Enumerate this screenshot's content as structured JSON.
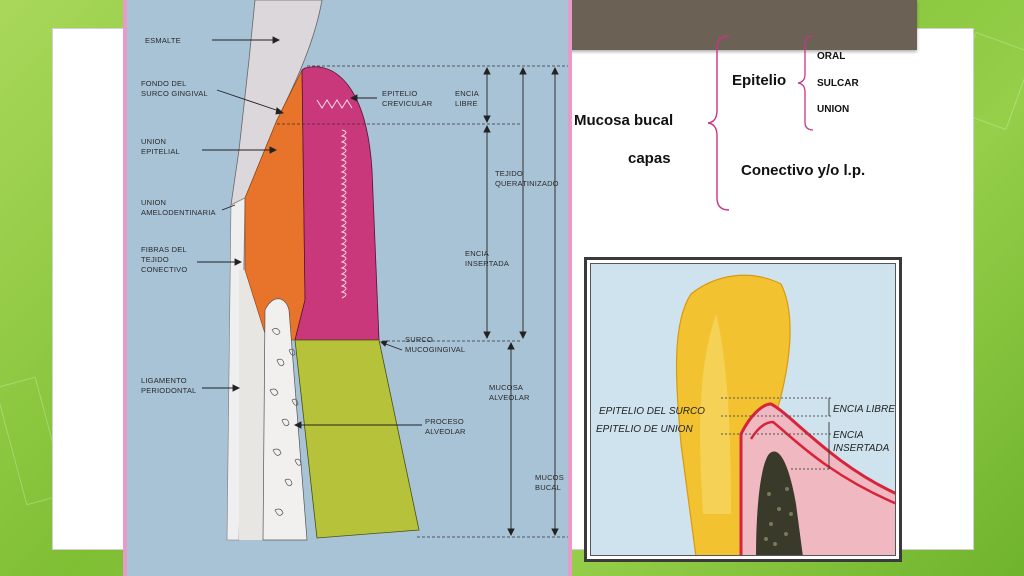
{
  "background": {
    "color_primary": "#8cc63f",
    "color_secondary": "#6fb32c"
  },
  "left_figure": {
    "labels": {
      "esmalte": "ESMALTE",
      "fondo_surco_1": "FONDO DEL",
      "fondo_surco_2": "SURCO GINGIVAL",
      "union_epitelial_1": "UNION",
      "union_epitelial_2": "EPITELIAL",
      "union_amelodentinaria_1": "UNION",
      "union_amelodentinaria_2": "AMELODENTINARIA",
      "fibras_1": "FIBRAS DEL",
      "fibras_2": "TEJIDO",
      "fibras_3": "CONECTIVO",
      "ligamento_1": "LIGAMENTO",
      "ligamento_2": "PERIODONTAL",
      "epitelio_crevicular_1": "EPITELIO",
      "epitelio_crevicular_2": "CREVICULAR",
      "encia_libre_1": "ENCIA",
      "encia_libre_2": "LIBRE",
      "tejido_queratinizado_1": "TEJIDO",
      "tejido_queratinizado_2": "QUERATINIZADO",
      "encia_insertada_1": "ENCIA",
      "encia_insertada_2": "INSERTADA",
      "surco_mucogingival_1": "SURCO",
      "surco_mucogingival_2": "MUCOGINGIVAL",
      "mucosa_alveolar_1": "MUCOSA",
      "mucosa_alveolar_2": "ALVEOLAR",
      "proceso_alveolar_1": "PROCESO",
      "proceso_alveolar_2": "ALVEOLAR",
      "mucosa_bucal_1": "MUCOS",
      "mucosa_bucal_2": "BUCAL"
    },
    "colors": {
      "background": "#a8c2d6",
      "gingiva": "#c8387a",
      "connective": "#e8732a",
      "mucosa": "#b5c23a",
      "enamel": "#d8d3d6",
      "frame": "#e89ac8"
    }
  },
  "outline": {
    "mucosa_bucal": "Mucosa bucal",
    "capas": "capas",
    "epitelio": "Epitelio",
    "oral": "ORAL",
    "sulcar": "SULCAR",
    "union": "UNION",
    "conectivo": "Conectivo y/o l.p."
  },
  "right_figure": {
    "epitelio_surco": "EPITELIO DEL SURCO",
    "epitelio_union": "EPITELIO DE UNION",
    "encia_libre": "ENCIA LIBRE",
    "encia_insertada_1": "ENCIA",
    "encia_insertada_2": "INSERTADA",
    "colors": {
      "tooth": "#f2c230",
      "gum": "#d8243a",
      "bone": "#3a3a2a",
      "background": "#cfe3ee"
    }
  }
}
